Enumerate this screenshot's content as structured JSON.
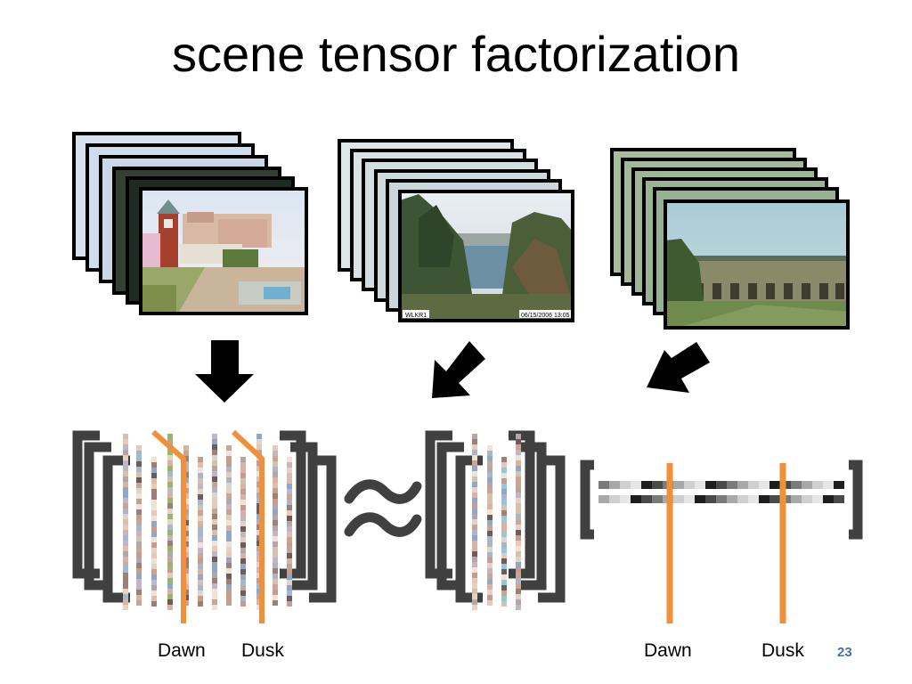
{
  "slide": {
    "title": "scene tensor factorization",
    "page_number": "23"
  },
  "image_stacks": [
    {
      "overlay_left": "",
      "overlay_right": ""
    },
    {
      "overlay_left": "WLKR1",
      "overlay_right": "06/15/2006 13:05"
    },
    {
      "overlay_left": "",
      "overlay_right": ""
    }
  ],
  "labels": {
    "left_dawn": "Dawn",
    "left_dusk": "Dusk",
    "right_dawn": "Dawn",
    "right_dusk": "Dusk"
  },
  "colors": {
    "bracket": "#404040",
    "highlight": "#f0903c"
  }
}
